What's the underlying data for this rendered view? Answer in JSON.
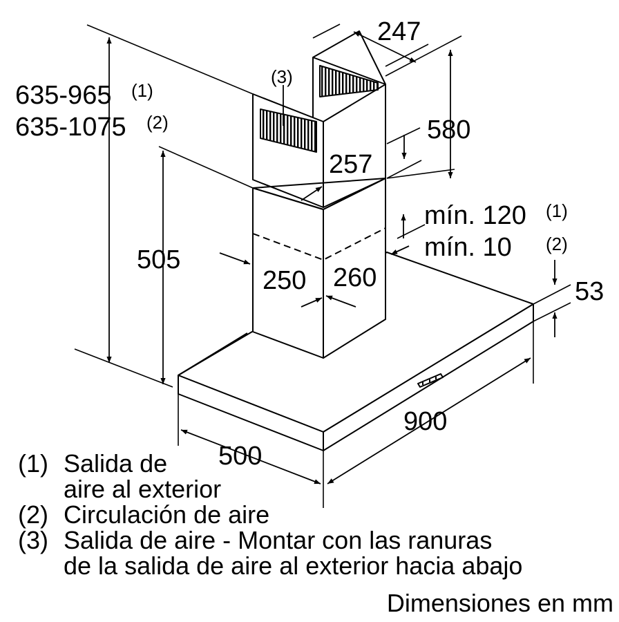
{
  "dimensions": {
    "height_total_1": "635-965",
    "height_total_1_note": "(1)",
    "height_total_2": "635-1075",
    "height_total_2_note": "(2)",
    "chimney_depth": "247",
    "upper_chimney_height": "580",
    "upper_chimney_width": "257",
    "lower_chimney_height": "505",
    "lower_chimney_width": "250",
    "lower_chimney_depth": "260",
    "min_gap_1": "mín. 120",
    "min_gap_1_note": "(1)",
    "min_gap_2": "mín. 10",
    "min_gap_2_note": "(2)",
    "canopy_thickness": "53",
    "canopy_width": "900",
    "canopy_depth": "500",
    "vent_callout": "(3)"
  },
  "legend": [
    {
      "num": "(1)",
      "lines": [
        "Salida de",
        "aire al exterior"
      ]
    },
    {
      "num": "(2)",
      "lines": [
        "Circulación de aire"
      ]
    },
    {
      "num": "(3)",
      "lines": [
        "Salida de aire - Montar con las ranuras",
        "de la salida de aire al exterior hacia abajo"
      ]
    }
  ],
  "units_note": "Dimensiones en mm"
}
